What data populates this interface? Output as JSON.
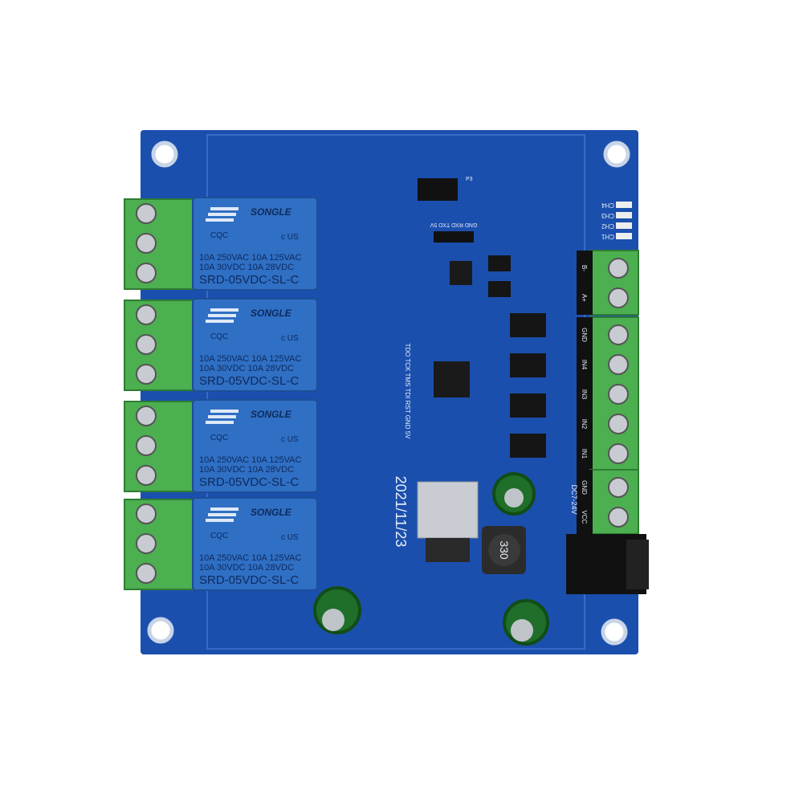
{
  "colors": {
    "pcb": "#1b4fae",
    "pcb_dark": "#143d8c",
    "relay": "#2f6fc4",
    "terminal": "#4caf50",
    "terminal_dark": "#2e7d32",
    "silk": "#e8eef8"
  },
  "relays": [
    {
      "brand": "SONGLE",
      "cert": "CQC",
      "ul": "c US",
      "rating1": "10A 250VAC  10A 125VAC",
      "rating2": "10A  30VDC  10A  28VDC",
      "model": "SRD-05VDC-SL-C"
    },
    {
      "brand": "SONGLE",
      "cert": "CQC",
      "ul": "c US",
      "rating1": "10A 250VAC  10A 125VAC",
      "rating2": "10A  30VDC  10A  28VDC",
      "model": "SRD-05VDC-SL-C"
    },
    {
      "brand": "SONGLE",
      "cert": "CQC",
      "ul": "c US",
      "rating1": "10A 250VAC  10A 125VAC",
      "rating2": "10A  30VDC  10A  28VDC",
      "model": "SRD-05VDC-SL-C"
    },
    {
      "brand": "SONGLE",
      "cert": "CQC",
      "ul": "c US",
      "rating1": "10A 250VAC  10A 125VAC",
      "rating2": "10A  30VDC  10A  28VDC",
      "model": "SRD-05VDC-SL-C"
    }
  ],
  "silkscreen": {
    "date": "2021/11/23",
    "channels": [
      "CH4",
      "CH3",
      "CH2",
      "CH1"
    ],
    "rs485": [
      "B-",
      "A+"
    ],
    "inputs": [
      "GND",
      "IN4",
      "IN3",
      "IN2",
      "IN1"
    ],
    "power": [
      "GND",
      "VCC"
    ],
    "power_range": "DC7-24V",
    "uart_header": "GND RXD TXD 5V",
    "jtag_header": "TDO TCK TMS TDI RST GND 5V",
    "inductor": "330",
    "header_p3": "P3"
  }
}
